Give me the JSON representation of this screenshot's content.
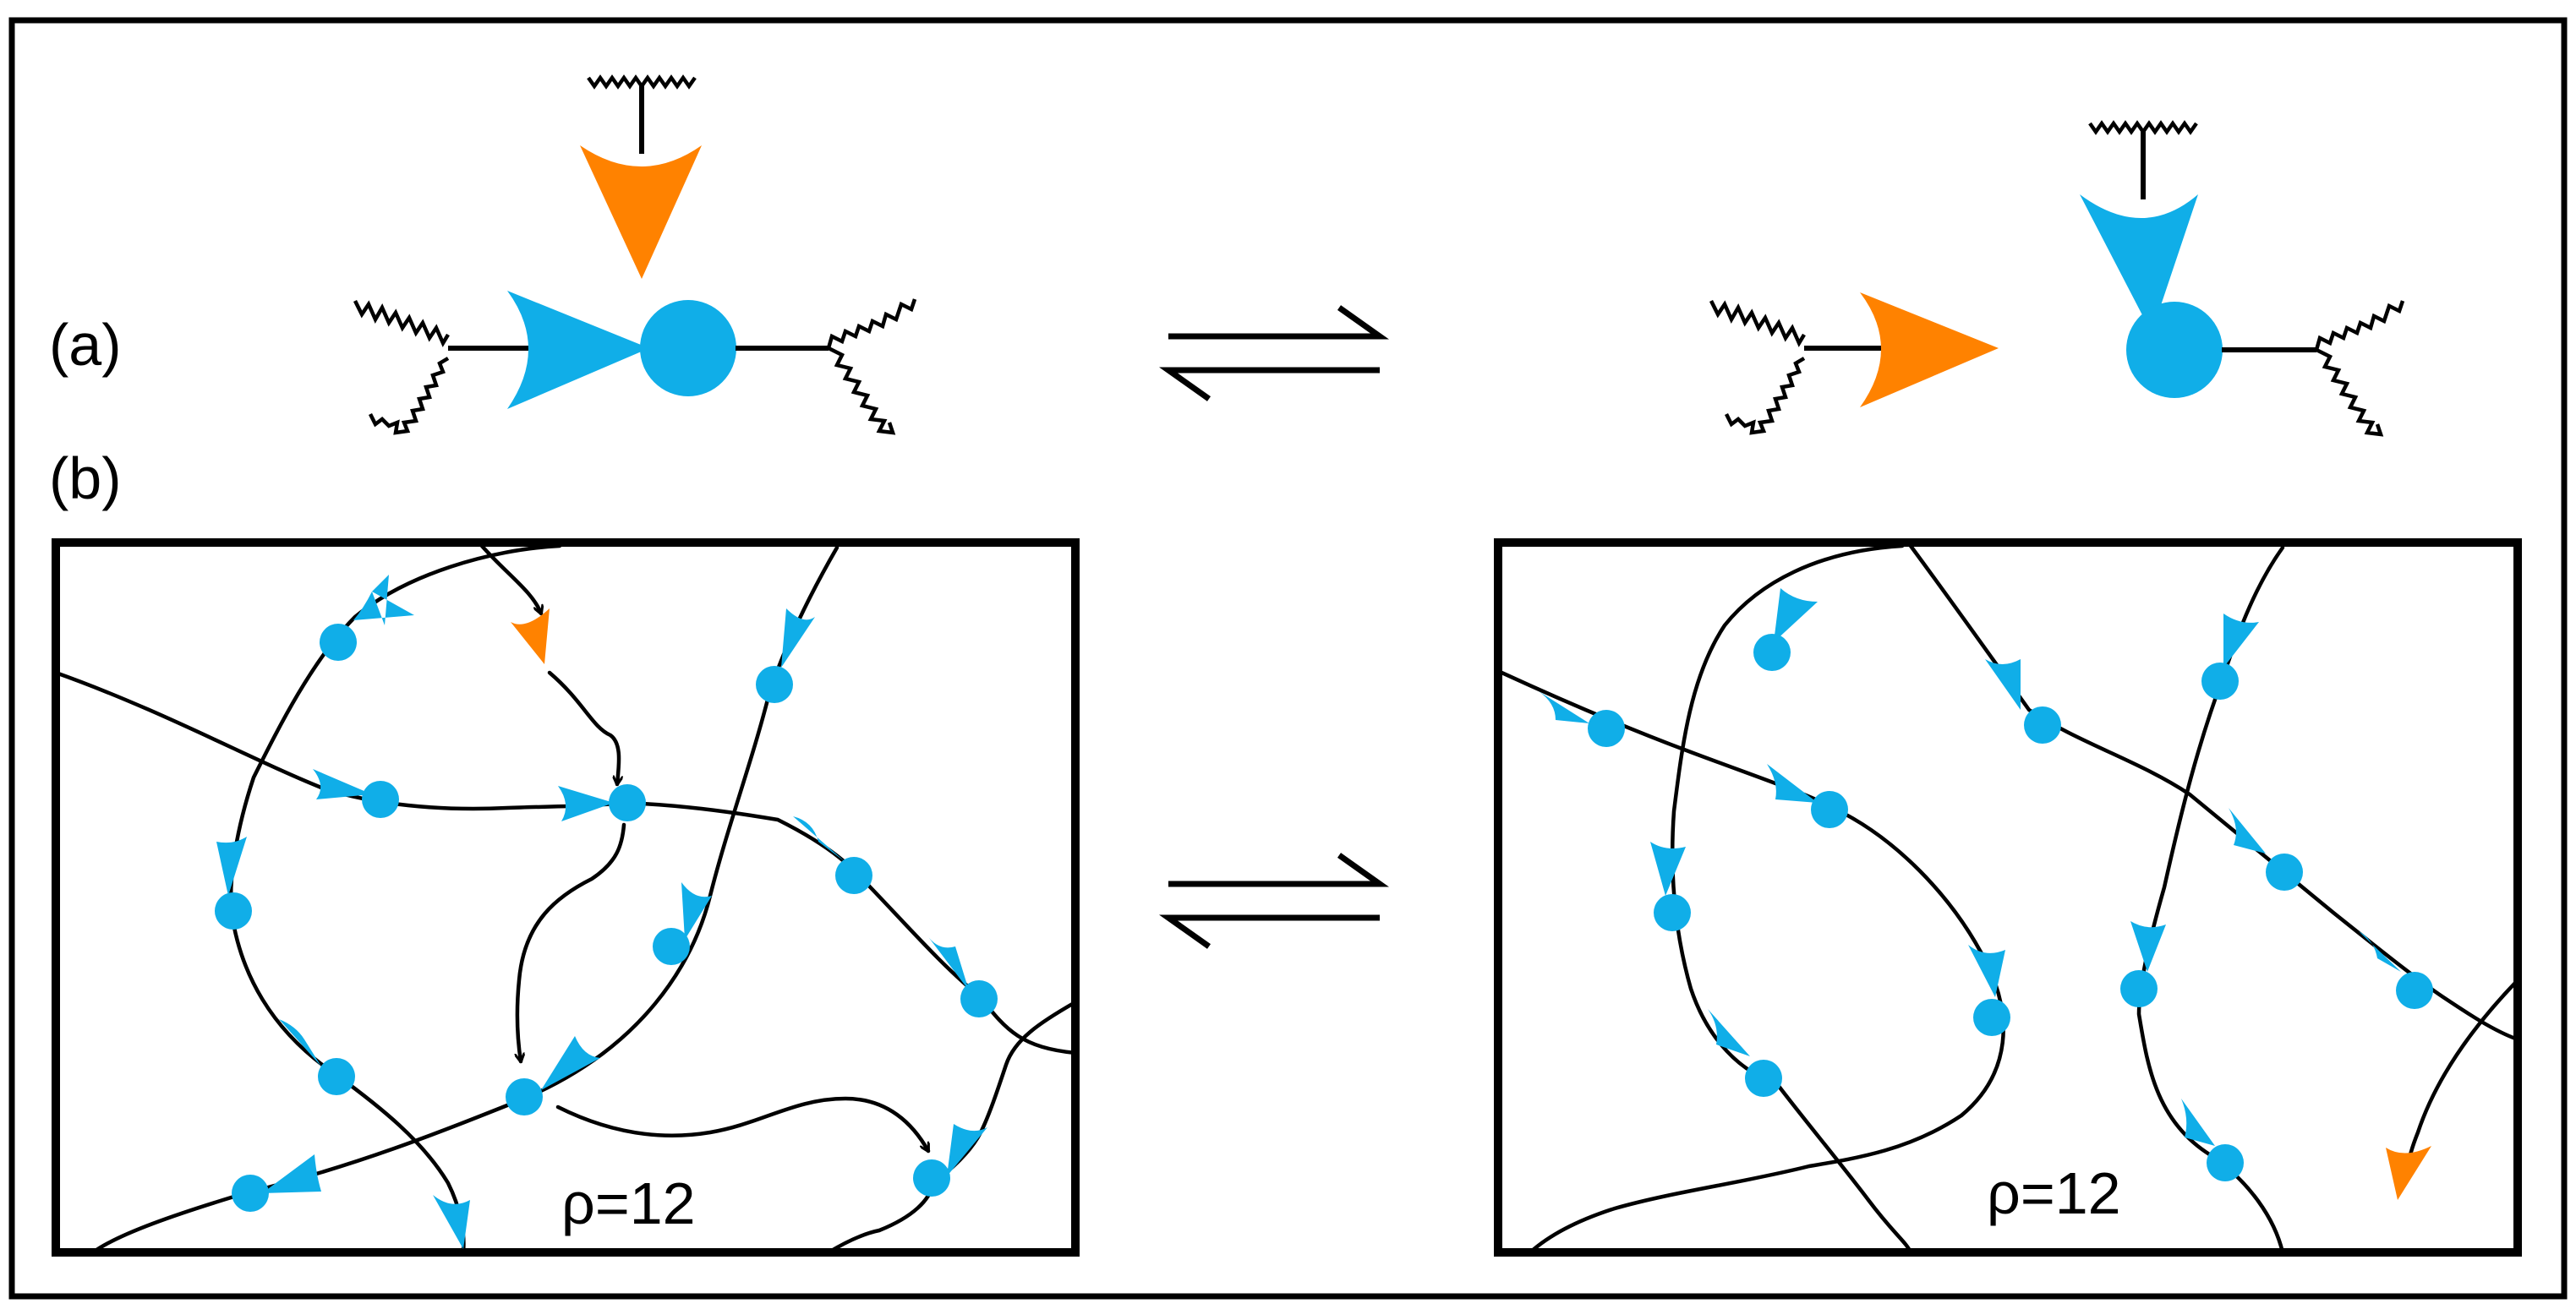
{
  "figure": {
    "panel_a_label": "(a)",
    "panel_b_label": "(b)",
    "left_box_rho": "ρ=12",
    "right_box_rho": "ρ=12"
  },
  "colors": {
    "bead_blue": "#10AEE8",
    "arrow_orange": "#FF8200",
    "line_black": "#000000"
  },
  "icons": {
    "reaction_symbol": "reversible-reaction-arrows-icon"
  }
}
